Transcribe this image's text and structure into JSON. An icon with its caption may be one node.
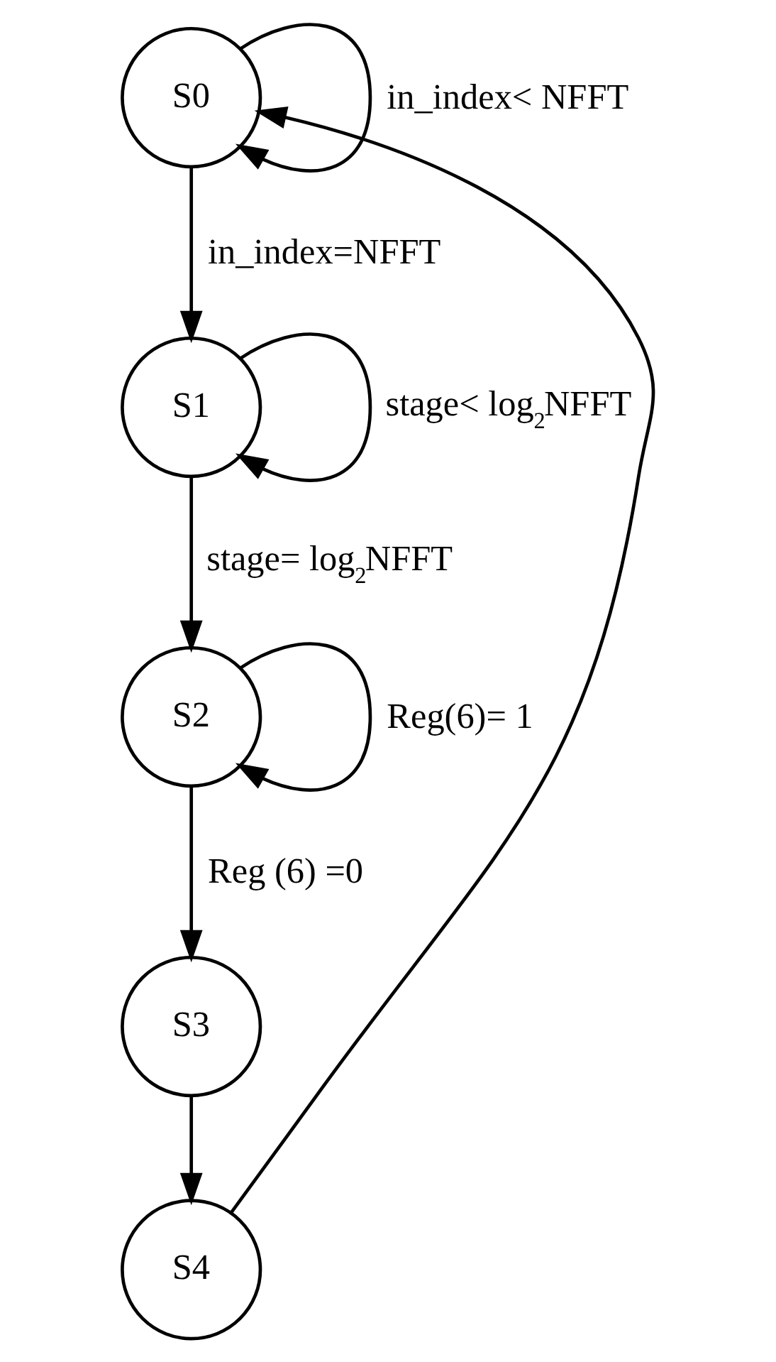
{
  "diagram": {
    "nodes": [
      {
        "text": [
          "S0"
        ]
      },
      {
        "text": [
          "S1"
        ]
      },
      {
        "text": [
          "S2"
        ]
      },
      {
        "text": [
          "S3"
        ]
      },
      {
        "text": [
          "S4"
        ]
      }
    ],
    "edges": [
      {
        "from": 0,
        "to": 0,
        "arrow": "to",
        "label": "in_index< NFFT"
      },
      {
        "from": 0,
        "to": 1,
        "arrow": "to",
        "label": "in_index=NFFT"
      },
      {
        "from": 1,
        "to": 1,
        "arrow": "to",
        "label": "stage< log$_{2}$NFFT"
      },
      {
        "from": 1,
        "to": 2,
        "arrow": "to",
        "label": "stage= log$_{2}$NFFT"
      },
      {
        "from": 2,
        "to": 2,
        "arrow": "to",
        "label": "Reg(6)= 1"
      },
      {
        "from": 2,
        "to": 3,
        "arrow": "to",
        "label": "Reg (6) =0"
      },
      {
        "from": 3,
        "to": 4,
        "arrow": "to"
      },
      {
        "from": 4,
        "to": 0,
        "arrow": "to"
      }
    ]
  }
}
